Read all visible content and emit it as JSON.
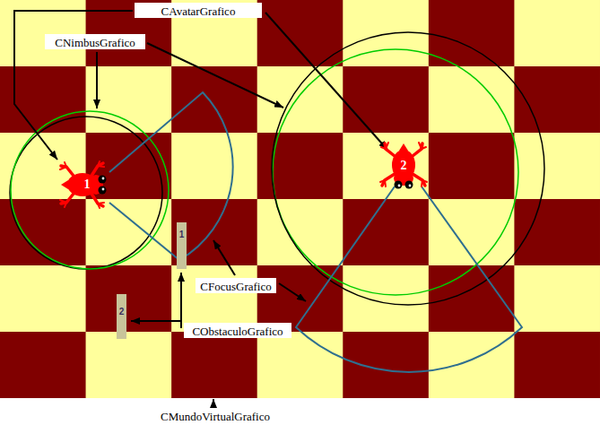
{
  "diagram": {
    "nodes": [
      {
        "text": [
          "1"
        ]
      },
      {
        "text": [
          "2"
        ]
      },
      {
        "text": [
          "1"
        ]
      },
      {
        "text": [
          "2"
        ]
      }
    ],
    "labels": [
      "CAvatarGrafico",
      "CNimbusGrafico",
      "CFocusGrafico",
      "CObstaculoGrafico",
      "CMundoVirtualGrafico"
    ]
  }
}
